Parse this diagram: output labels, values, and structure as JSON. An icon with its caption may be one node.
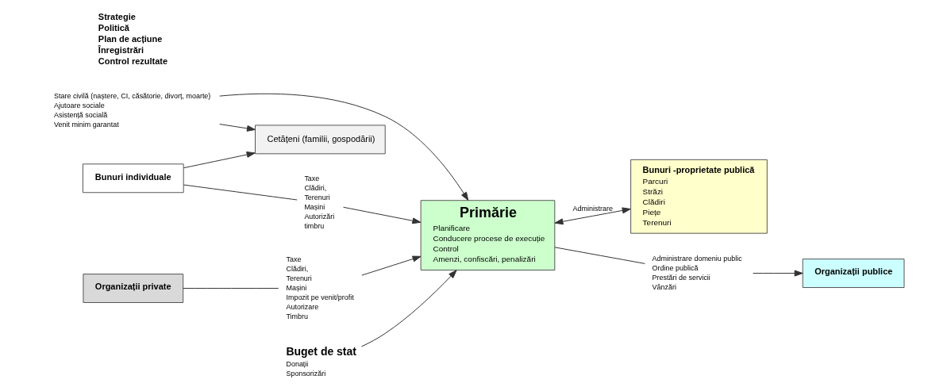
{
  "diagram": {
    "nodes": [
      {
        "text": [
          "Cetățeni (familii, gospodării)"
        ]
      },
      {
        "text": [
          "Stare civilă (naștere, CI, căsătorie, divorț, moarte)",
          "Ajutoare sociale",
          "Asistență socială",
          "Venit minim garantat"
        ]
      },
      {
        "text": [
          "Bunuri individuale"
        ]
      },
      {
        "text": [
          "Taxe",
          "Clădiri,",
          "Terenuri",
          "Mașini",
          "Autorizări",
          "timbru"
        ]
      },
      {
        "text": [
          "Primărie",
          "Planificare",
          "Conducere procese de execuție",
          "Control",
          "Amenzi, confiscări, penalizări"
        ]
      },
      {
        "text": [
          "Bunuri -proprietate publică",
          "Parcuri",
          "Străzi",
          "Clădiri",
          "Piețe",
          "Terenuri"
        ]
      },
      {
        "text": [
          "Organizații private"
        ]
      },
      {
        "text": [
          "Taxe",
          "Clădiri,",
          "Terenuri",
          "Mașini",
          "Impozit pe venit/profit",
          "Autorizare",
          "Timbru"
        ]
      },
      {
        "text": [
          "Administrare domeniu public",
          "Ordine publică",
          "Prestări de servicii",
          "Vânzări"
        ]
      },
      {
        "text": [
          "Buget de stat",
          "Donații",
          "Sponsorizări"
        ]
      },
      {
        "text": [
          "Organizații publice"
        ]
      }
    ],
    "edges": [
      {
        "from": 1,
        "to": 0,
        "arrow": "to"
      },
      {
        "from": 1,
        "to": 4,
        "arrow": "to"
      },
      {
        "from": 2,
        "to": 0,
        "arrow": "to"
      },
      {
        "from": 2,
        "to": 3,
        "arrow": "none"
      },
      {
        "from": 3,
        "to": 4,
        "arrow": "to"
      },
      {
        "from": 4,
        "to": 5,
        "arrow": "both",
        "label": "Administrare"
      },
      {
        "from": 6,
        "to": 7,
        "arrow": "none"
      },
      {
        "from": 7,
        "to": 4,
        "arrow": "to"
      },
      {
        "from": 4,
        "to": 8,
        "arrow": "none"
      },
      {
        "from": 8,
        "to": 10,
        "arrow": "to"
      },
      {
        "from": 9,
        "to": 4,
        "arrow": "to"
      }
    ],
    "labels": [
      "Strategie",
      "Politică",
      "Plan de acțiune",
      "Înregistrări",
      "Control rezultate"
    ]
  }
}
